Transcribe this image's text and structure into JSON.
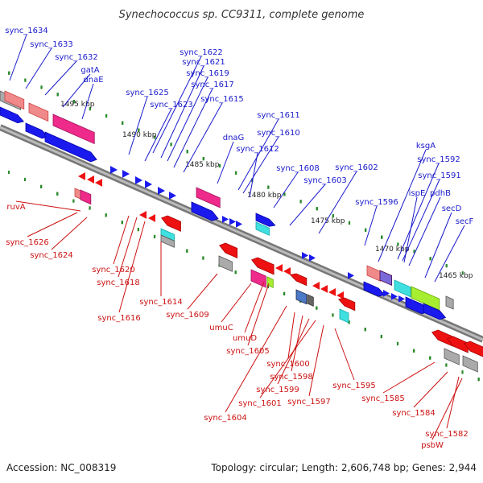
{
  "title": "Synechococcus sp. CC9311, complete genome",
  "footer": {
    "accession": "Accession: NC_008319",
    "summary": "Topology: circular; Length: 2,606,748 bp; Genes: 2,944"
  },
  "colors": {
    "forward_label": "#1a1acc",
    "reverse_label": "#cc1111",
    "backbone": "#888888",
    "tick": "#2a8a2a"
  },
  "scale_ticks": [
    "1495 kbp",
    "1490 kbp",
    "1485 kbp",
    "1480 kbp",
    "1475 kbp",
    "1470 kbp",
    "1465 kbp"
  ],
  "forward_genes": [
    "sync_1634",
    "sync_1633",
    "sync_1632",
    "gatA",
    "dnaE",
    "sync_1625",
    "sync_1623",
    "sync_1622",
    "sync_1621",
    "sync_1619",
    "sync_1617",
    "sync_1615",
    "dnaG",
    "sync_1611",
    "sync_1610",
    "sync_1612",
    "sync_1608",
    "sync_1603",
    "sync_1602",
    "sync_1596",
    "ksgA",
    "sync_1592",
    "sync_1591",
    "ispE",
    "pdhB",
    "secD",
    "secF"
  ],
  "reverse_genes": [
    "ruvA",
    "sync_1626",
    "sync_1624",
    "sync_1620",
    "sync_1618",
    "sync_1616",
    "sync_1614",
    "sync_1609",
    "umuC",
    "umuD",
    "sync_1605",
    "sync_1600",
    "sync_1598",
    "sync_1599",
    "sync_1601",
    "sync_1604",
    "sync_1597",
    "sync_1595",
    "sync_1585",
    "sync_1584",
    "sync_1582",
    "psbW"
  ]
}
